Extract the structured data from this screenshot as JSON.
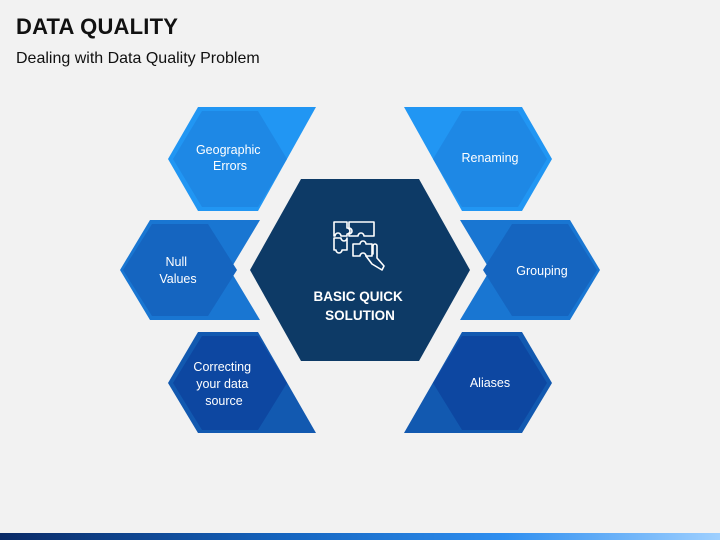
{
  "header": {
    "title": "DATA QUALITY",
    "subtitle": "Dealing with Data Quality Problem"
  },
  "center": {
    "label_line1": "BASIC QUICK",
    "label_line2": "SOLUTION",
    "icon": "puzzle-hand-icon",
    "color": "#0d3a66"
  },
  "left_items": [
    {
      "lines": [
        "Geographic",
        "Errors"
      ],
      "color": "#1e88e5",
      "outer_color": "#2196f3"
    },
    {
      "lines": [
        "Null",
        "Values"
      ],
      "color": "#1565c0",
      "outer_color": "#1976d2"
    },
    {
      "lines": [
        "Correcting",
        "your data",
        "source"
      ],
      "color": "#0d47a1",
      "outer_color": "#1259b0"
    }
  ],
  "right_items": [
    {
      "lines": [
        "Renaming"
      ],
      "color": "#1e88e5",
      "outer_color": "#2196f3"
    },
    {
      "lines": [
        "Grouping"
      ],
      "color": "#1565c0",
      "outer_color": "#1976d2"
    },
    {
      "lines": [
        "Aliases"
      ],
      "color": "#0d47a1",
      "outer_color": "#1259b0"
    }
  ]
}
